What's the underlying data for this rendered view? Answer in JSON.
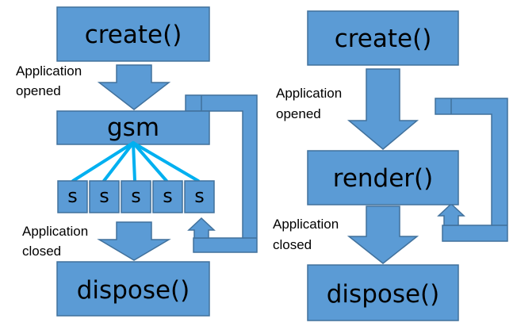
{
  "left_flow": {
    "create": "create()",
    "open_label_line1": "Application",
    "open_label_line2": "opened",
    "gsm": "gsm",
    "screens": [
      "s",
      "s",
      "s",
      "s",
      "s"
    ],
    "close_label_line1": "Application",
    "close_label_line2": "closed",
    "dispose": "dispose()"
  },
  "right_flow": {
    "create": "create()",
    "open_label_line1": "Application",
    "open_label_line2": "opened",
    "render": "render()",
    "close_label_line1": "Application",
    "close_label_line2": "closed",
    "dispose": "dispose()"
  },
  "colors": {
    "box_fill": "#5b9bd5",
    "box_stroke": "#41719c",
    "connector": "#00b0f0",
    "text": "#000000"
  }
}
